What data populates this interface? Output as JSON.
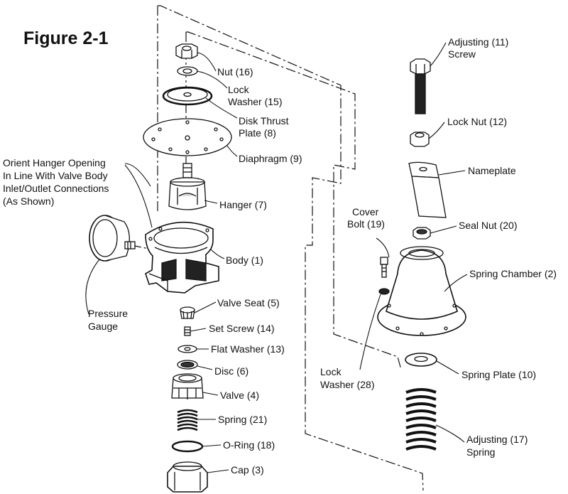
{
  "figure_title": "Figure 2-1",
  "labels": {
    "nut_16": "Nut (16)",
    "lock_washer_15_a": "Lock",
    "lock_washer_15_b": "Washer (15)",
    "disk_thrust_a": "Disk Thrust",
    "disk_thrust_b": "Plate (8)",
    "diaphragm_9": "Diaphragm (9)",
    "orient_1": "Orient Hanger Opening",
    "orient_2": "In Line With Valve Body",
    "orient_3": "Inlet/Outlet Connections",
    "orient_4": "(As Shown)",
    "hanger_7": "Hanger (7)",
    "body_1": "Body (1)",
    "pressure_a": "Pressure",
    "pressure_b": "Gauge",
    "valve_seat_5": "Valve Seat (5)",
    "set_screw_14": "Set Screw (14)",
    "flat_washer_13": "Flat Washer (13)",
    "disc_6": "Disc (6)",
    "valve_4": "Valve (4)",
    "spring_21": "Spring (21)",
    "oring_18": "O-Ring (18)",
    "cap_3": "Cap (3)",
    "adjusting_screw_a": "Adjusting (11)",
    "adjusting_screw_b": "Screw",
    "lock_nut_12": "Lock Nut (12)",
    "nameplate": "Nameplate",
    "cover_bolt_a": "Cover",
    "cover_bolt_b": "Bolt (19)",
    "seal_nut_20": "Seal Nut (20)",
    "spring_chamber_2": "Spring Chamber (2)",
    "lock_washer_28_a": "Lock",
    "lock_washer_28_b": "Washer (28)",
    "spring_plate_10": "Spring Plate (10)",
    "adjusting_spring_a": "Adjusting (17)",
    "adjusting_spring_b": "Spring"
  }
}
